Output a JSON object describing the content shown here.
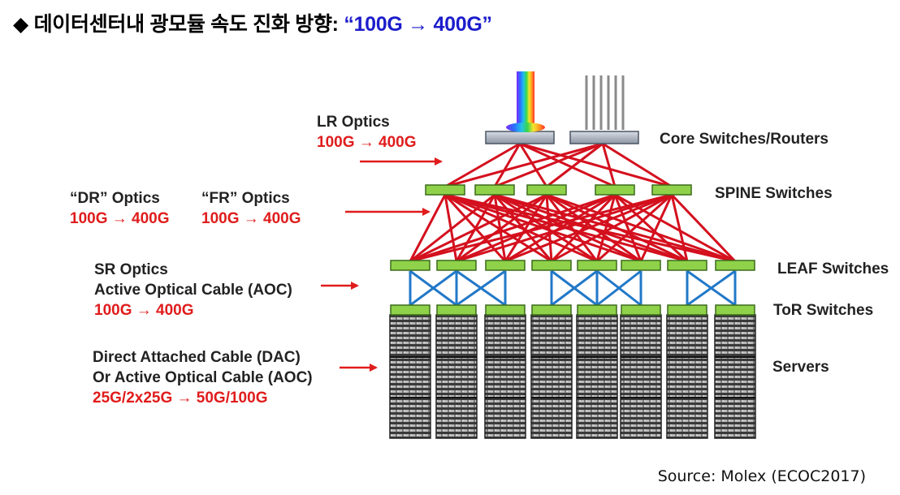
{
  "title": {
    "bullet": "◆",
    "main": "데이터센터내 광모듈 속도 진화 방향:",
    "highlight": "“100G → 400G”"
  },
  "annotations": {
    "lr": {
      "name": "LR Optics",
      "speed": "100G → 400G"
    },
    "dr": {
      "name": "“DR” Optics",
      "speed": "100G → 400G"
    },
    "fr": {
      "name": "“FR” Optics",
      "speed": "100G → 400G"
    },
    "sr": {
      "name1": "SR Optics",
      "name2": "Active Optical Cable (AOC)",
      "speed": "100G → 400G"
    },
    "dac": {
      "name1": "Direct Attached Cable (DAC)",
      "name2": "Or Active Optical Cable (AOC)",
      "speed": "25G/2x25G → 50G/100G"
    }
  },
  "tiers": {
    "core": "Core Switches/Routers",
    "spine": "SPINE Switches",
    "leaf": "LEAF Switches",
    "tor": "ToR Switches",
    "servers": "Servers"
  },
  "source": "Source:  Molex  (ECOC2017)",
  "colors": {
    "switch": "#8fd24a",
    "link_red": "#d4101e",
    "link_blue": "#2278c8",
    "arrow": "#e01c1c",
    "highlight": "#1c1ccc"
  }
}
